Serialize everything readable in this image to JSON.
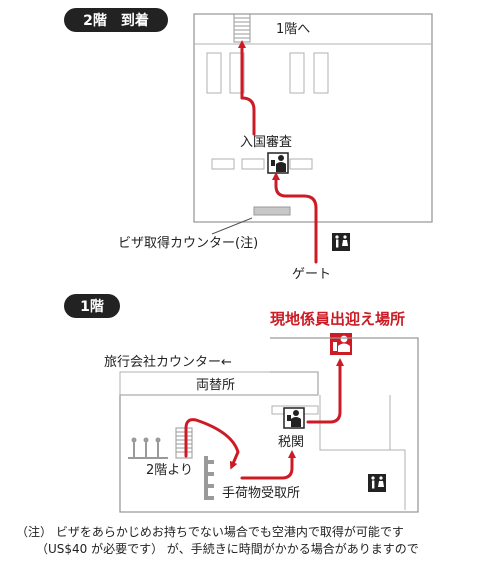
{
  "floor2": {
    "badge": "2階　到着",
    "to_first_floor": "1階へ",
    "immigration": "入国審査",
    "visa_counter": "ビザ取得カウンター(注)",
    "gate": "ゲート"
  },
  "floor1": {
    "badge": "1階",
    "meeting_place": "現地係員出迎え場所",
    "travel_counter": "旅行会社カウンター←",
    "exchange": "両替所",
    "customs": "税関",
    "from_second_floor": "2階より",
    "baggage_claim": "手荷物受取所"
  },
  "note": {
    "line1": "（注） ビザをあらかじめお持ちでない場合でも空港内で取得が可能です",
    "line2": "（US$40 が必要です） が、手続きに時間がかかる場合がありますので"
  },
  "colors": {
    "route": "#cc1b24",
    "badge": "#222222",
    "wall": "#9a9a9a"
  },
  "icons": [
    "officer-icon",
    "restroom-icon",
    "staff-icon"
  ]
}
